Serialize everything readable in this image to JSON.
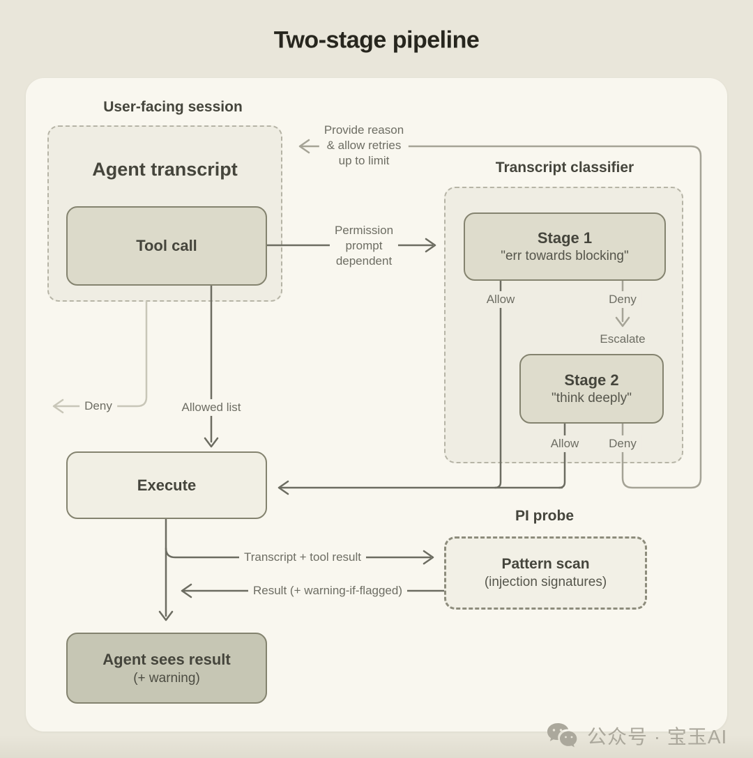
{
  "title": "Two-stage pipeline",
  "user_facing": {
    "label": "User-facing session",
    "transcript_title": "Agent transcript",
    "tool_call_label": "Tool call"
  },
  "classifier": {
    "label": "Transcript classifier",
    "stage1_title": "Stage 1",
    "stage1_subtitle": "\"err towards blocking\"",
    "stage2_title": "Stage 2",
    "stage2_subtitle": "\"think deeply\""
  },
  "pi_probe": {
    "label": "PI probe",
    "box_title": "Pattern scan",
    "box_subtitle": "(injection signatures)"
  },
  "execute": {
    "label": "Execute"
  },
  "result": {
    "title": "Agent sees result",
    "subtitle": "(+ warning)"
  },
  "edges": {
    "provide_reason": "Provide reason\n& allow retries\nup to limit",
    "permission_prompt": "Permission\nprompt\ndependent",
    "stage1_allow": "Allow",
    "stage1_deny": "Deny",
    "escalate": "Escalate",
    "stage2_allow": "Allow",
    "stage2_deny": "Deny",
    "transcript_deny": "Deny",
    "allowed_list": "Allowed list",
    "to_probe": "Transcript + tool result",
    "from_probe": "Result (+ warning-if-flagged)"
  },
  "watermark": {
    "icon": "wechat-icon",
    "text": "公众号 · 宝玉AI"
  },
  "colors": {
    "page_bg": "#e9e6da",
    "panel_bg": "#f9f7ef",
    "dashed_fill": "#efede3",
    "solid_fill": "#dcdaca",
    "execute_fill": "#f1efe4",
    "result_fill": "#c6c6b4",
    "solid_border": "#84836f",
    "dashed_border": "#b6b4a6",
    "line_dark": "#6c6c61",
    "line_mid": "#a5a396",
    "line_light": "#c8c6b8"
  }
}
